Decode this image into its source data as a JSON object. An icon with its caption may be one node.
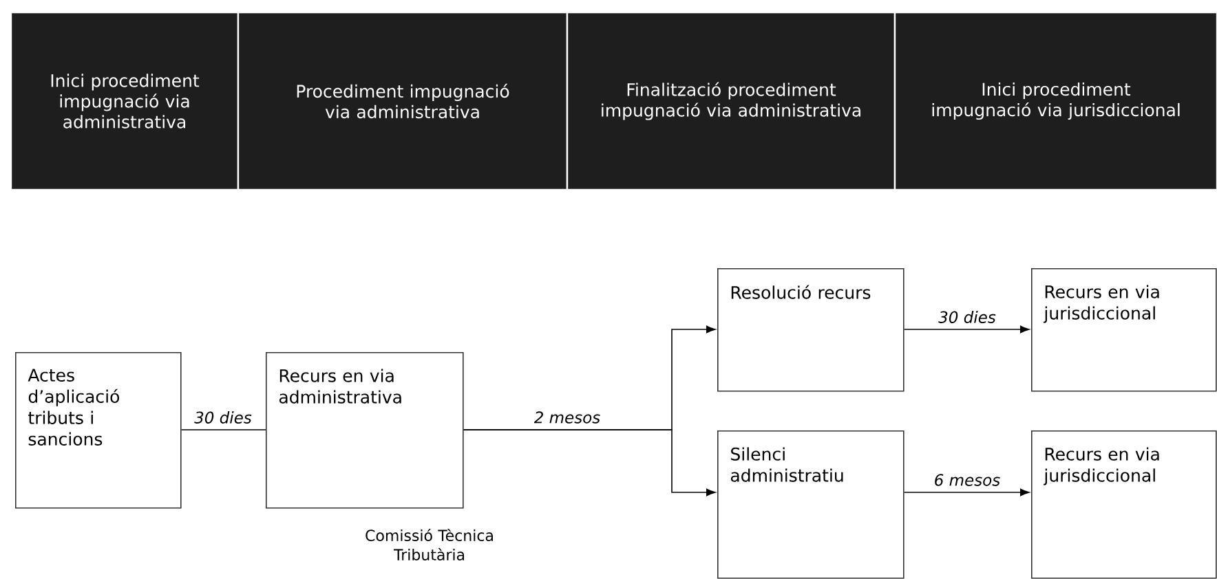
{
  "diagram": {
    "nodes": [
      {
        "text": [
          "Inici procediment impugnació via administrativa"
        ]
      },
      {
        "text": [
          "Procediment impugnació via administrativa"
        ]
      },
      {
        "text": [
          "Finalització procediment impugnació via administrativa"
        ]
      },
      {
        "text": [
          "Inici procediment impugnació via jurisdiccional"
        ]
      },
      {
        "text": [
          "Actes d’aplicació tributs i sancions"
        ]
      },
      {
        "text": [
          "Recurs en via administrativa"
        ]
      },
      {
        "text": [
          "Resolució recurs"
        ]
      },
      {
        "text": [
          "Recurs en via jurisdiccional"
        ]
      },
      {
        "text": [
          "Silenci administratiu"
        ]
      },
      {
        "text": [
          "Recurs en via jurisdiccional"
        ]
      }
    ],
    "edges": [
      {
        "from": 4,
        "to": 5,
        "arrow": "none",
        "label": "30 dies"
      },
      {
        "from": 5,
        "to": 6,
        "arrow": "to",
        "label": "2 mesos"
      },
      {
        "from": 5,
        "to": 8,
        "arrow": "to"
      },
      {
        "from": 6,
        "to": 7,
        "arrow": "to",
        "label": "30 dies"
      },
      {
        "from": 8,
        "to": 9,
        "arrow": "to",
        "label": "6 mesos"
      }
    ],
    "labels": [
      "Comissió Tècnica Tributària"
    ]
  }
}
